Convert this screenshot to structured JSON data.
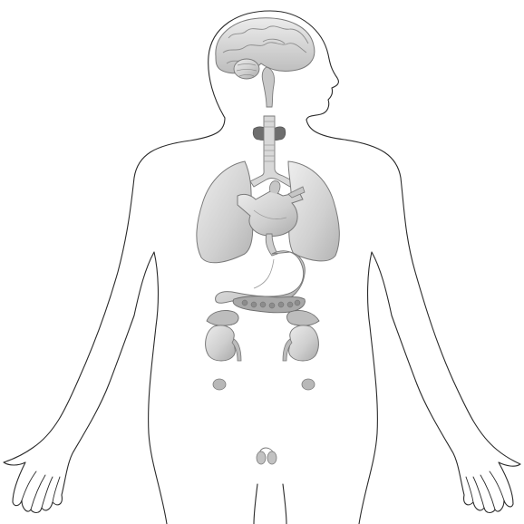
{
  "figure": {
    "labels": []
  },
  "colors": {
    "background": "#ffffff",
    "outline": "#2a2a2a",
    "organ_fill": "#c9c9c9",
    "organ_light": "#e3e3e3",
    "organ_stroke": "#7a7a7a",
    "thyroid": "#6e6e6e",
    "airway": "#d8d8d8"
  },
  "organs": [
    {
      "name": "brain"
    },
    {
      "name": "cerebellum"
    },
    {
      "name": "spinal-cord"
    },
    {
      "name": "thyroid"
    },
    {
      "name": "trachea"
    },
    {
      "name": "left-lung"
    },
    {
      "name": "right-lung"
    },
    {
      "name": "heart"
    },
    {
      "name": "esophagus"
    },
    {
      "name": "stomach"
    },
    {
      "name": "pancreas"
    },
    {
      "name": "left-adrenal"
    },
    {
      "name": "right-adrenal"
    },
    {
      "name": "left-kidney"
    },
    {
      "name": "right-kidney"
    },
    {
      "name": "left-ovary"
    },
    {
      "name": "right-ovary"
    },
    {
      "name": "testes"
    }
  ]
}
